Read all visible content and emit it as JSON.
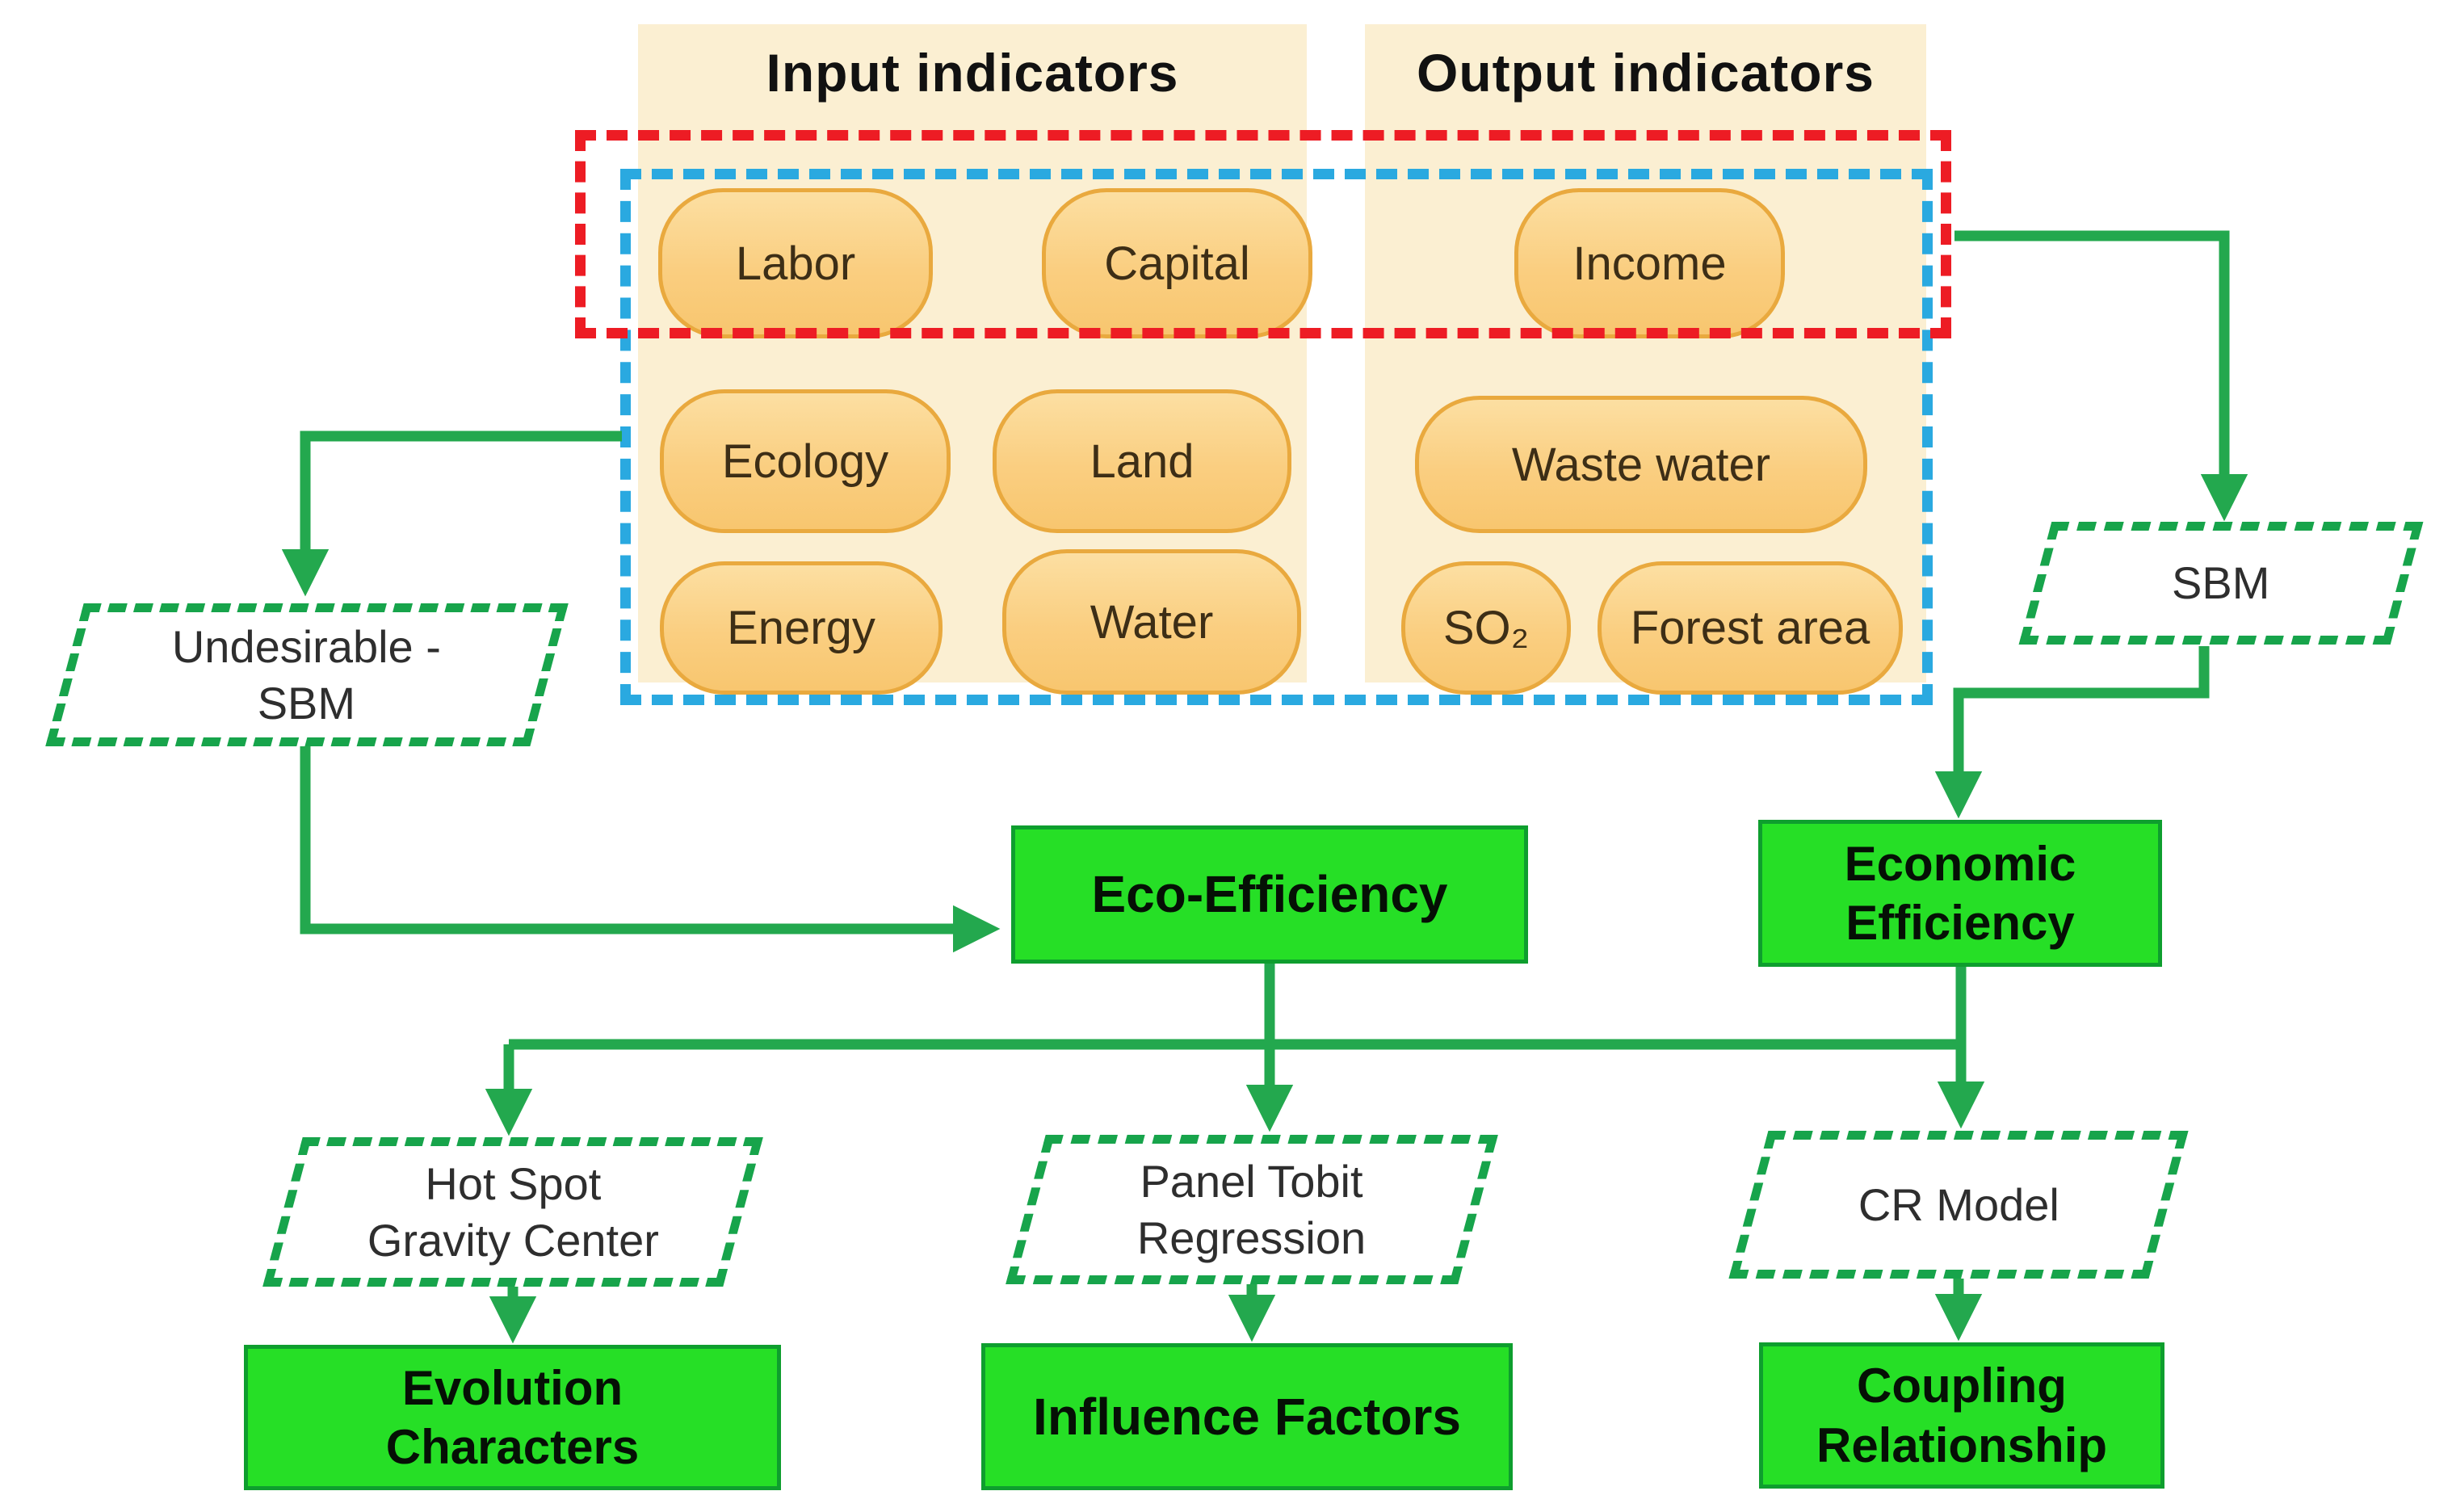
{
  "headers": {
    "input": "Input indicators",
    "output": "Output indicators"
  },
  "pills": {
    "labor": "Labor",
    "capital": "Capital",
    "income": "Income",
    "ecology": "Ecology",
    "land": "Land",
    "waste_water": "Waste water",
    "energy": "Energy",
    "water": "Water",
    "so2": "SO₂",
    "forest_area": "Forest area"
  },
  "methods": {
    "undesirable_sbm": {
      "line1": "Undesirable -",
      "line2": "SBM"
    },
    "sbm": "SBM",
    "hot_spot": {
      "line1": "Hot Spot",
      "line2": "Gravity Center"
    },
    "panel_tobit": {
      "line1": "Panel Tobit",
      "line2": "Regression"
    },
    "cr_model": "CR Model"
  },
  "results": {
    "eco_efficiency": "Eco-Efficiency",
    "economic_efficiency": {
      "line1": "Economic",
      "line2": "Efficiency"
    },
    "evolution_characters": {
      "line1": "Evolution",
      "line2": "Characters"
    },
    "influence_factors": "Influence Factors",
    "coupling_relationship": {
      "line1": "Coupling",
      "line2": "Relationship"
    }
  },
  "colors": {
    "panel_bg": "#FBEFD2",
    "pill_fill": "#FACE80",
    "pill_border": "#E9A93E",
    "red_dash": "#ED1C24",
    "blue_dash": "#2AA9E0",
    "green_line": "#23A84E",
    "green_dash": "#17A44B",
    "result_fill": "#26DF26",
    "result_border": "#0E9E2E"
  }
}
